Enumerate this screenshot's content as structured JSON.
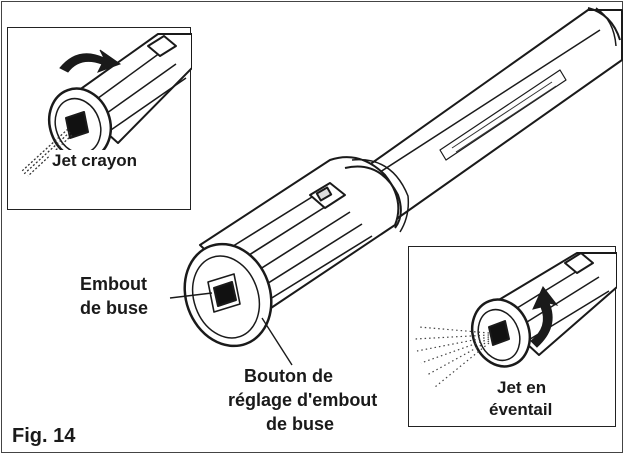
{
  "labels": {
    "pencil_jet": "Jet crayon",
    "nozzle_tip_line1": "Embout",
    "nozzle_tip_line2": "de buse",
    "adjust_knob_line1": "Bouton de",
    "adjust_knob_line2": "réglage d'embout",
    "adjust_knob_line3": "de buse",
    "fan_jet_line1": "Jet en",
    "fan_jet_line2": "éventail",
    "figure_caption": "Fig. 14"
  },
  "icons": {
    "rotate_left_arrow": "curved-arrow-icon",
    "rotate_up_arrow": "curved-arrow-icon"
  },
  "colors": {
    "line": "#1a1a1a",
    "background": "#ffffff"
  }
}
